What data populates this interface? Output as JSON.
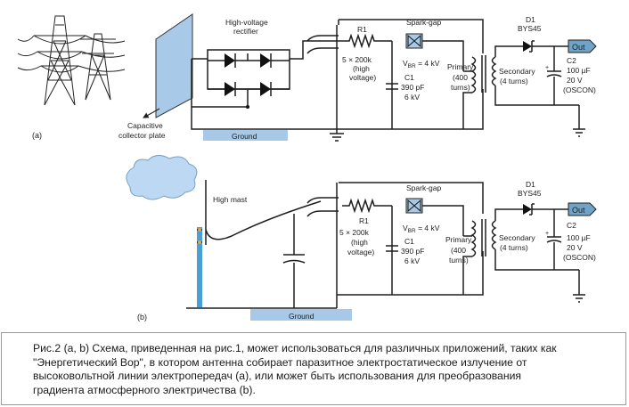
{
  "diagram_a": {
    "panel_label": "(a)",
    "rectifier_label": [
      "High-voltage",
      "rectifier"
    ],
    "collector_label": [
      "Capacitive",
      "collector plate"
    ],
    "ground_label": "Ground",
    "sparkgap_label": "Spark-gap",
    "r1_label": "R1",
    "r1_value": [
      "5 × 200k",
      "(high",
      "voltage)"
    ],
    "vbr_label": "V",
    "vbr_sub": "BR",
    "vbr_value": " = 4 kV",
    "c1_label": [
      "C1",
      "390 pF",
      "6 kV"
    ],
    "primary_label": [
      "Primary",
      "(400",
      "turns)"
    ],
    "secondary_label": [
      "Secondary",
      "(4 turns)"
    ],
    "d1_label": [
      "D1",
      "BYS45"
    ],
    "c2_label": [
      "C2",
      "100 µF",
      "20 V",
      "(OSCON)"
    ],
    "out_label": "Out"
  },
  "diagram_b": {
    "panel_label": "(b)",
    "mast_label": "High mast",
    "ground_label": "Ground",
    "sparkgap_label": "Spark-gap",
    "r1_label": "R1",
    "r1_value": [
      "5 × 200k",
      "(high",
      "voltage)"
    ],
    "vbr_label": "V",
    "vbr_sub": "BR",
    "vbr_value": " = 4 kV",
    "c1_label": [
      "C1",
      "390 pF",
      "6 kV"
    ],
    "primary_label": [
      "Primary",
      "(400",
      "turns)"
    ],
    "secondary_label": [
      "Secondary",
      "(4 turns)"
    ],
    "d1_label": [
      "D1",
      "BYS45"
    ],
    "c2_label": [
      "C2",
      "100 µF",
      "20 V",
      "(OSCON)"
    ],
    "out_label": "Out"
  },
  "caption": {
    "lines": [
      "Рис.2 (a, b) Схема, приведенная на рис.1, может использоваться для различных приложений, таких как",
      "\"Энергетический Вор\", в котором антенна собирает паразитное электростатическое излучение от",
      "высоковольтной линии электропередач (а), или может быть использования для преобразования",
      "градиента атмосферного электричества (b)."
    ]
  },
  "colors": {
    "plate_fill": "#a9c9e8",
    "ground_fill": "#a7c8e6",
    "mast_fill": "#4a9fd4",
    "cloud_fill": "#bcd8f2",
    "label_fill": "#6fa3c8",
    "wire": "#1e1e1e"
  }
}
